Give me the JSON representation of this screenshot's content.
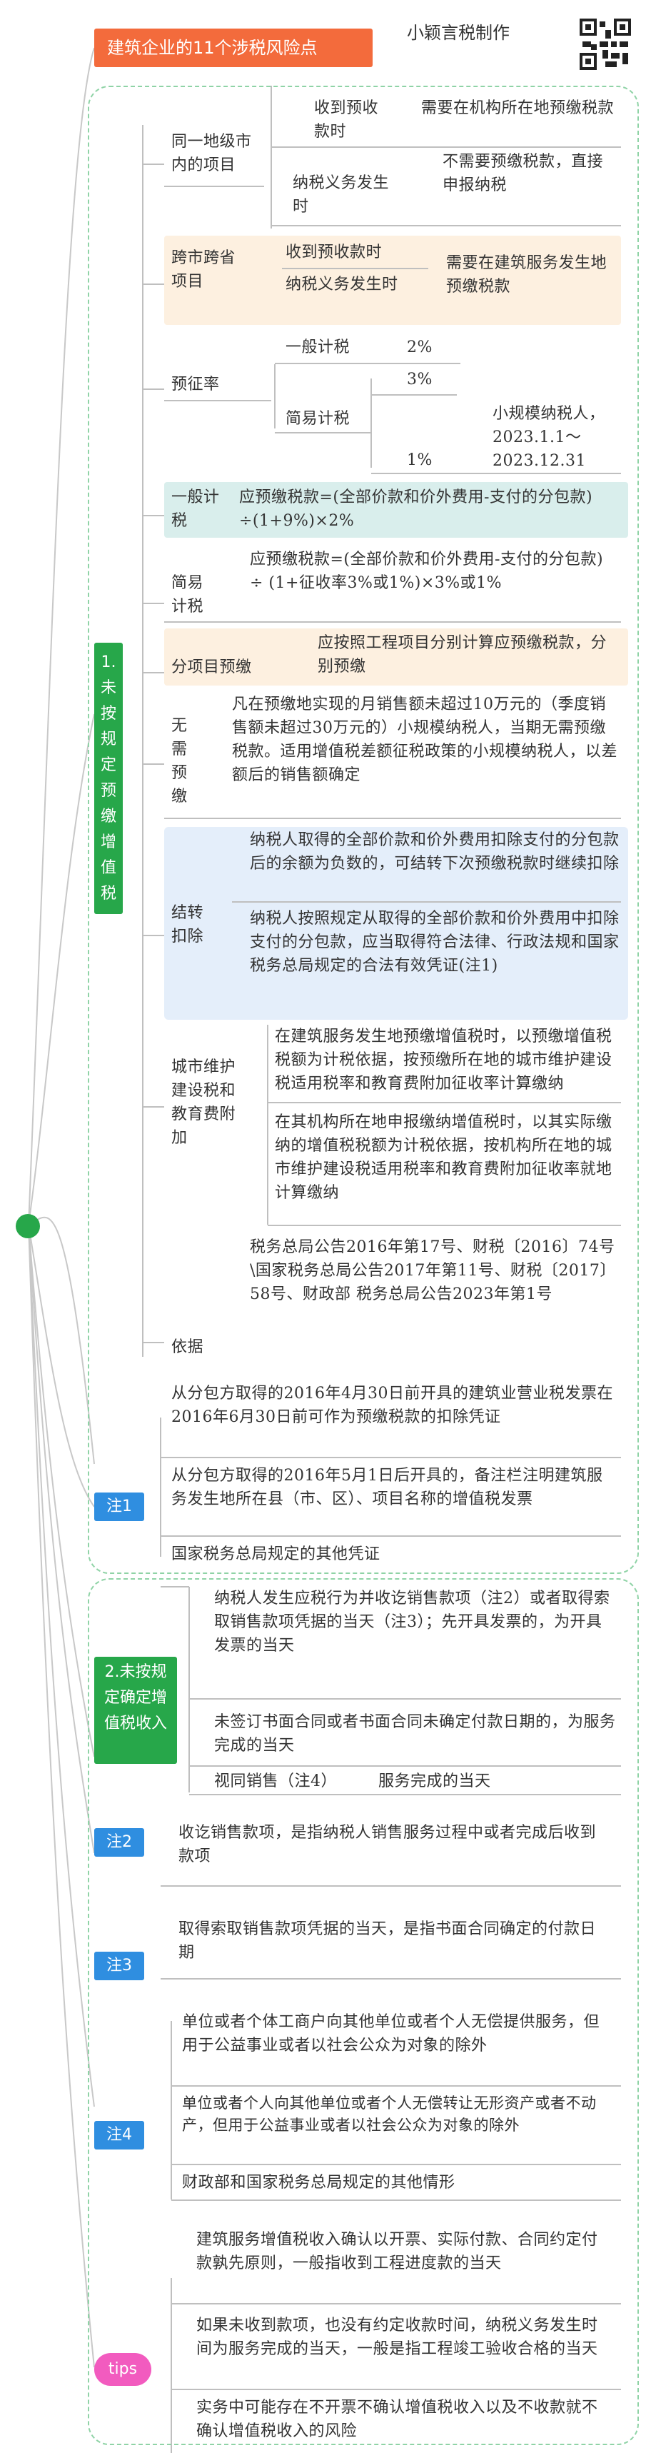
{
  "header": {
    "title": "建筑企业的11个涉税风险点",
    "maker": "小颖言税制作"
  },
  "colors": {
    "title_bg": "#f36b3c",
    "section_green": "#27a74a",
    "note_blue": "#2f8ee0",
    "tips_pink": "#f25bbf",
    "dash_border": "#8fd3a6"
  },
  "section1": {
    "label": "1.未按规定预缴增值税",
    "same_city": {
      "label": "同一地级市内的项目",
      "rows": [
        {
          "trigger": "收到预收款时",
          "result": "需要在机构所在地预缴税款"
        },
        {
          "trigger": "纳税义务发生时",
          "result": "不需要预缴税款，直接申报纳税"
        }
      ]
    },
    "cross_city": {
      "label": "跨市跨省项目",
      "triggers": [
        "收到预收款时",
        "纳税义务发生时"
      ],
      "result": "需要在建筑服务发生地预缴税款"
    },
    "rate": {
      "label": "预征率",
      "general": {
        "label": "一般计税",
        "value": "2%"
      },
      "simple": {
        "label": "简易计税",
        "value1": "3%",
        "value2": "1%",
        "note": "小规模纳税人，2023.1.1～2023.12.31"
      }
    },
    "general_calc": {
      "label": "一般计税",
      "formula": "应预缴税款=(全部价款和价外费用-支付的分包款) ÷(1+9%)×2%"
    },
    "simple_calc": {
      "label": "简易计税",
      "formula": "应预缴税款=(全部价款和价外费用-支付的分包款) ÷ (1+征收率3%或1%)×3%或1%"
    },
    "by_project": {
      "label": "分项目预缴",
      "text": "应按照工程项目分别计算应预缴税款，分别预缴"
    },
    "no_prepay": {
      "label": "无需预缴",
      "text": "凡在预缴地实现的月销售额未超过10万元的（季度销售额未超过30万元的）小规模纳税人，当期无需预缴税款。适用增值税差额征税政策的小规模纳税人，以差额后的销售额确定"
    },
    "carry_over": {
      "label": "结转扣除",
      "items": [
        "纳税人取得的全部价款和价外费用扣除支付的分包款后的余额为负数的，可结转下次预缴税款时继续扣除",
        "纳税人按照规定从取得的全部价款和价外费用中扣除支付的分包款，应当取得符合法律、行政法规和国家税务总局规定的合法有效凭证(注1)"
      ]
    },
    "city_tax": {
      "label": "城市维护建设税和教育费附加",
      "items": [
        "在建筑服务发生地预缴增值税时，以预缴增值税税额为计税依据，按预缴所在地的城市维护建设税适用税率和教育费附加征收率计算缴纳",
        "在其机构所在地申报缴纳增值税时，以其实际缴纳的增值税税额为计税依据，按机构所在地的城市维护建设税适用税率和教育费附加征收率就地计算缴纳"
      ]
    },
    "basis": {
      "label": "依据",
      "text": "税务总局公告2016年第17号、财税〔2016〕74号\\国家税务总局公告2017年第11号、财税〔2017〕58号、财政部 税务总局公告2023年第1号"
    }
  },
  "note1": {
    "label": "注1",
    "items": [
      "从分包方取得的2016年4月30日前开具的建筑业营业税发票在2016年6月30日前可作为预缴税款的扣除凭证",
      "从分包方取得的2016年5月1日后开具的，备注栏注明建筑服务发生地所在县（市、区）、项目名称的增值税发票",
      "国家税务总局规定的其他凭证"
    ]
  },
  "section2": {
    "label": "2.未按规定确定增值税收入",
    "items": [
      "纳税人发生应税行为并收讫销售款项（注2）或者取得索取销售款项凭据的当天（注3）；先开具发票的，为开具发票的当天",
      "未签订书面合同或者书面合同未确定付款日期的，为服务完成的当天"
    ],
    "sight_sale": {
      "label": "视同销售（注4）",
      "text": "服务完成的当天"
    }
  },
  "note2": {
    "label": "注2",
    "text": "收讫销售款项，是指纳税人销售服务过程中或者完成后收到款项"
  },
  "note3": {
    "label": "注3",
    "text": "取得索取销售款项凭据的当天，是指书面合同确定的付款日期"
  },
  "note4": {
    "label": "注4",
    "items": [
      "单位或者个体工商户向其他单位或者个人无偿提供服务，但用于公益事业或者以社会公众为对象的除外",
      "单位或者个人向其他单位或者个人无偿转让无形资产或者不动产，但用于公益事业或者以社会公众为对象的除外",
      "财政部和国家税务总局规定的其他情形"
    ]
  },
  "tips": {
    "label": "tips",
    "items": [
      "建筑服务增值税收入确认以开票、实际付款、合同约定付款孰先原则，一般指收到工程进度款的当天",
      "如果未收到款项，也没有约定收款时间，纳税义务发生时间为服务完成的当天，一般是指工程竣工验收合格的当天",
      "实务中可能存在不开票不确认增值税收入以及不收款就不确认增值税收入的风险"
    ]
  }
}
